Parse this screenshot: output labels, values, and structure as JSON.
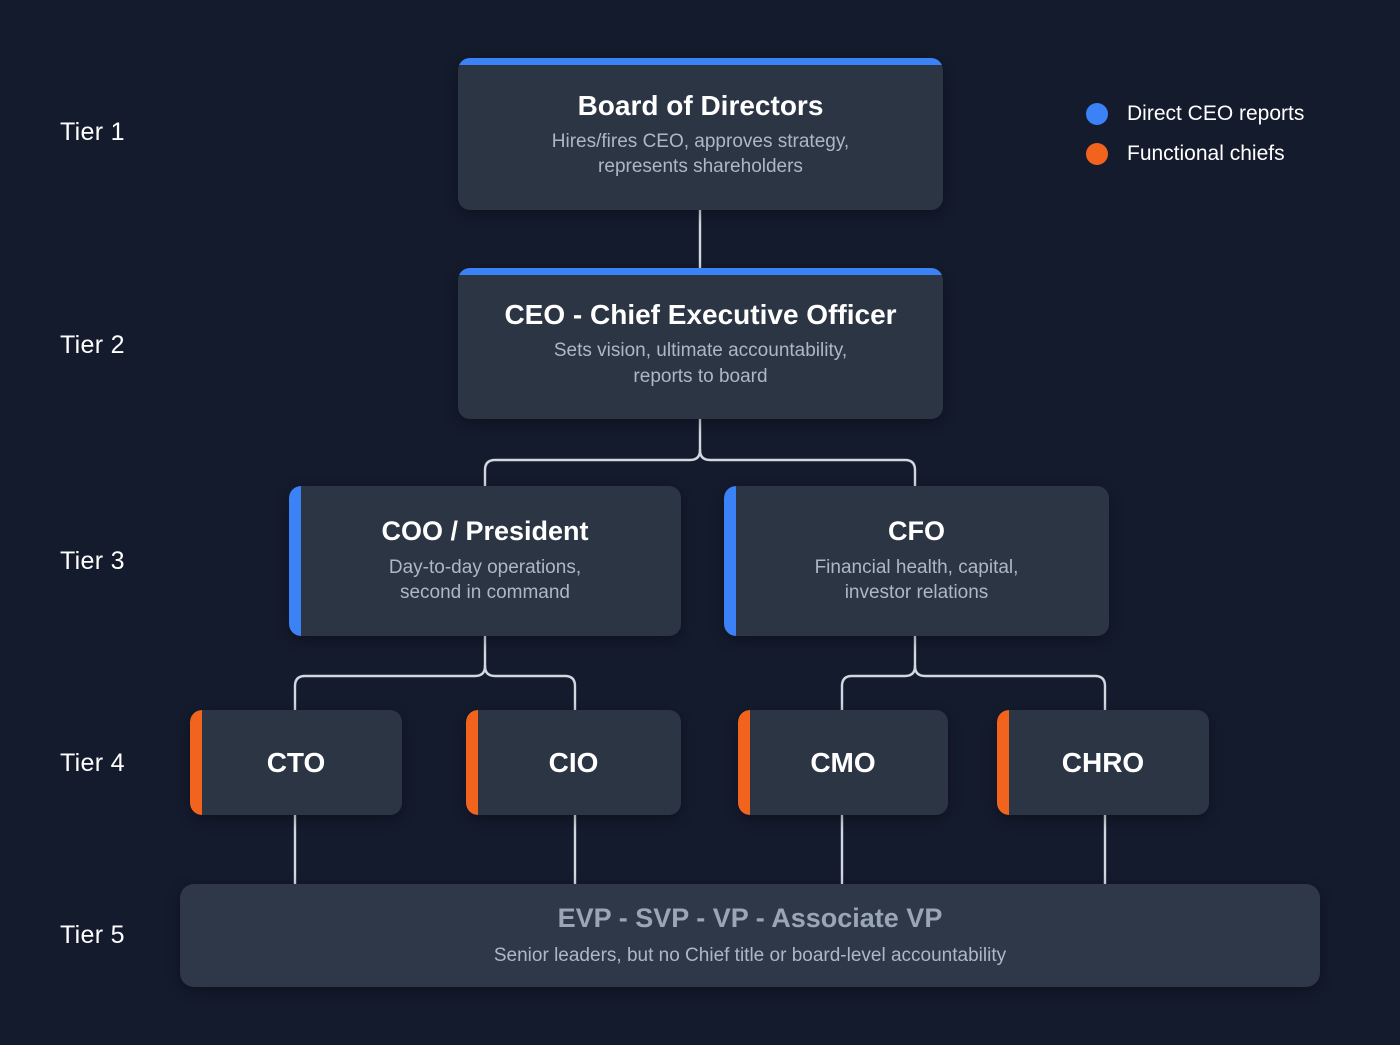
{
  "theme": {
    "background": "#141b2d",
    "card_bg": "#2c3544",
    "band_bg": "#2e3849",
    "accent_blue": "#3b82f6",
    "accent_orange": "#f2641e",
    "connector": "#d2d8e0",
    "title_color": "#ffffff",
    "desc_color": "#aeb7c4",
    "band_title_color": "#9aa5b5"
  },
  "tiers": [
    {
      "label": "Tier 1"
    },
    {
      "label": "Tier 2"
    },
    {
      "label": "Tier 3"
    },
    {
      "label": "Tier 4"
    },
    {
      "label": "Tier 5"
    }
  ],
  "legend": {
    "items": [
      {
        "label": "Direct CEO reports",
        "color": "#3b82f6",
        "icon": "blue-dot-icon"
      },
      {
        "label": "Functional chiefs",
        "color": "#f2641e",
        "icon": "orange-dot-icon"
      }
    ]
  },
  "nodes": {
    "board": {
      "title": "Board of Directors",
      "desc": "Hires/fires CEO, approves strategy,\nrepresents shareholders"
    },
    "ceo": {
      "title": "CEO - Chief Executive Officer",
      "desc": "Sets vision, ultimate accountability,\nreports to board"
    },
    "coo": {
      "title": "COO / President",
      "desc": "Day-to-day operations,\nsecond in command"
    },
    "cfo": {
      "title": "CFO",
      "desc": "Financial health, capital,\ninvestor relations"
    },
    "cto": {
      "title": "CTO"
    },
    "cio": {
      "title": "CIO"
    },
    "cmo": {
      "title": "CMO"
    },
    "chro": {
      "title": "CHRO"
    },
    "vp": {
      "title": "EVP - SVP - VP - Associate VP",
      "desc": "Senior leaders, but no Chief title or board-level accountability"
    }
  },
  "chart_data": {
    "type": "diagram",
    "subtype": "organizational-hierarchy-tree",
    "title": "Corporate leadership tiers",
    "tier_levels": 5,
    "nodes": [
      {
        "id": "board",
        "tier": 1,
        "title": "Board of Directors",
        "desc": "Hires/fires CEO, approves strategy, represents shareholders",
        "accent": "blue-top",
        "parent": null
      },
      {
        "id": "ceo",
        "tier": 2,
        "title": "CEO - Chief Executive Officer",
        "desc": "Sets vision, ultimate accountability, reports to board",
        "accent": "blue-top",
        "parent": "board"
      },
      {
        "id": "coo",
        "tier": 3,
        "title": "COO / President",
        "desc": "Day-to-day operations, second in command",
        "accent": "blue-left",
        "parent": "ceo"
      },
      {
        "id": "cfo",
        "tier": 3,
        "title": "CFO",
        "desc": "Financial health, capital, investor relations",
        "accent": "blue-left",
        "parent": "ceo"
      },
      {
        "id": "cto",
        "tier": 4,
        "title": "CTO",
        "desc": "",
        "accent": "orange-left",
        "parent": "coo"
      },
      {
        "id": "cio",
        "tier": 4,
        "title": "CIO",
        "desc": "",
        "accent": "orange-left",
        "parent": "coo"
      },
      {
        "id": "cmo",
        "tier": 4,
        "title": "CMO",
        "desc": "",
        "accent": "orange-left",
        "parent": "cfo"
      },
      {
        "id": "chro",
        "tier": 4,
        "title": "CHRO",
        "desc": "",
        "accent": "orange-left",
        "parent": "cfo"
      },
      {
        "id": "vp",
        "tier": 5,
        "title": "EVP - SVP - VP - Associate VP",
        "desc": "Senior leaders, but no Chief title or board-level accountability",
        "accent": "none",
        "parent": [
          "cto",
          "cio",
          "cmo",
          "chro"
        ]
      }
    ],
    "edges": [
      {
        "from": "board",
        "to": "ceo"
      },
      {
        "from": "ceo",
        "to": "coo"
      },
      {
        "from": "ceo",
        "to": "cfo"
      },
      {
        "from": "coo",
        "to": "cto"
      },
      {
        "from": "coo",
        "to": "cio"
      },
      {
        "from": "cfo",
        "to": "cmo"
      },
      {
        "from": "cfo",
        "to": "chro"
      },
      {
        "from": "cto",
        "to": "vp"
      },
      {
        "from": "cio",
        "to": "vp"
      },
      {
        "from": "cmo",
        "to": "vp"
      },
      {
        "from": "chro",
        "to": "vp"
      }
    ],
    "legend": [
      {
        "label": "Direct CEO reports",
        "color": "#3b82f6"
      },
      {
        "label": "Functional chiefs",
        "color": "#f2641e"
      }
    ]
  }
}
